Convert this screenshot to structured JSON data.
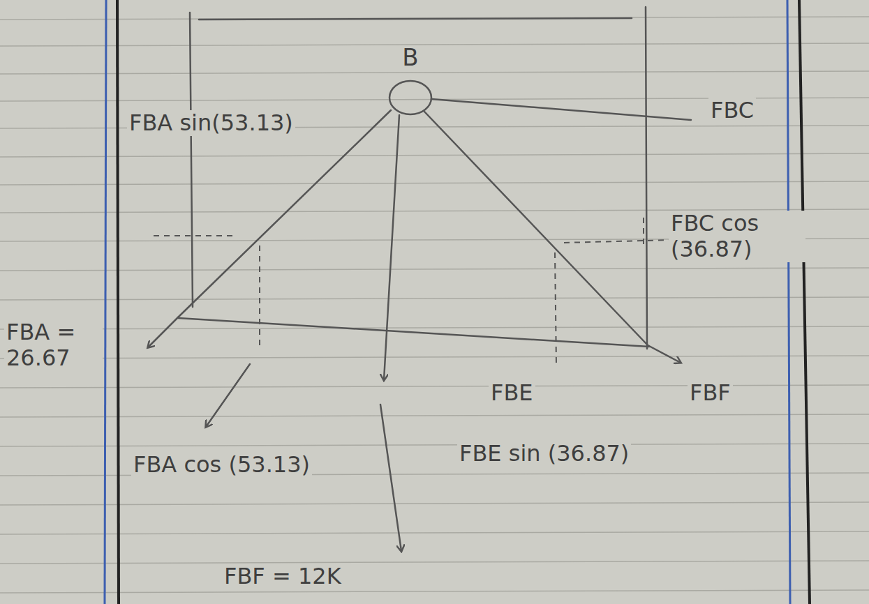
{
  "diagram": {
    "nodes": [
      {
        "text": [
          "B"
        ]
      }
    ],
    "labels": [
      "FBA sin(53.13)",
      "FBC",
      "FBC cos (36.87)",
      "FBA = 26.67",
      "FBE",
      "FBE sin (36.87)",
      "FBF",
      "FBA cos (53.13)",
      "FBF = 12K"
    ]
  }
}
